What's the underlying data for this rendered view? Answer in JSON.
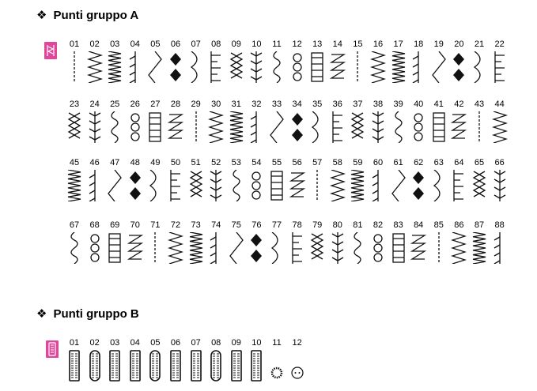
{
  "group_a": {
    "title": "Punti gruppo A",
    "badge_icon": "stitch-group-a-icon",
    "badge_color": "#e0479b",
    "rows": [
      [
        "01",
        "02",
        "03",
        "04",
        "05",
        "06",
        "07",
        "08",
        "09",
        "10",
        "11",
        "12",
        "13",
        "14",
        "15",
        "16",
        "17",
        "18",
        "19",
        "20",
        "21",
        "22"
      ],
      [
        "23",
        "24",
        "25",
        "26",
        "27",
        "28",
        "29",
        "30",
        "31",
        "32",
        "33",
        "34",
        "35",
        "36",
        "37",
        "38",
        "39",
        "40",
        "41",
        "42",
        "43",
        "44"
      ],
      [
        "45",
        "46",
        "47",
        "48",
        "49",
        "50",
        "51",
        "52",
        "53",
        "54",
        "55",
        "56",
        "57",
        "58",
        "59",
        "60",
        "61",
        "62",
        "63",
        "64",
        "65",
        "66"
      ],
      [
        "67",
        "68",
        "69",
        "70",
        "71",
        "72",
        "73",
        "74",
        "75",
        "76",
        "77",
        "78",
        "79",
        "80",
        "81",
        "82",
        "83",
        "84",
        "85",
        "86",
        "87",
        "88"
      ]
    ]
  },
  "group_b": {
    "title": "Punti gruppo B",
    "badge_icon": "buttonhole-group-b-icon",
    "badge_color": "#e0479b",
    "items": [
      "01",
      "02",
      "03",
      "04",
      "05",
      "06",
      "07",
      "08",
      "09",
      "10",
      "11",
      "12"
    ]
  }
}
